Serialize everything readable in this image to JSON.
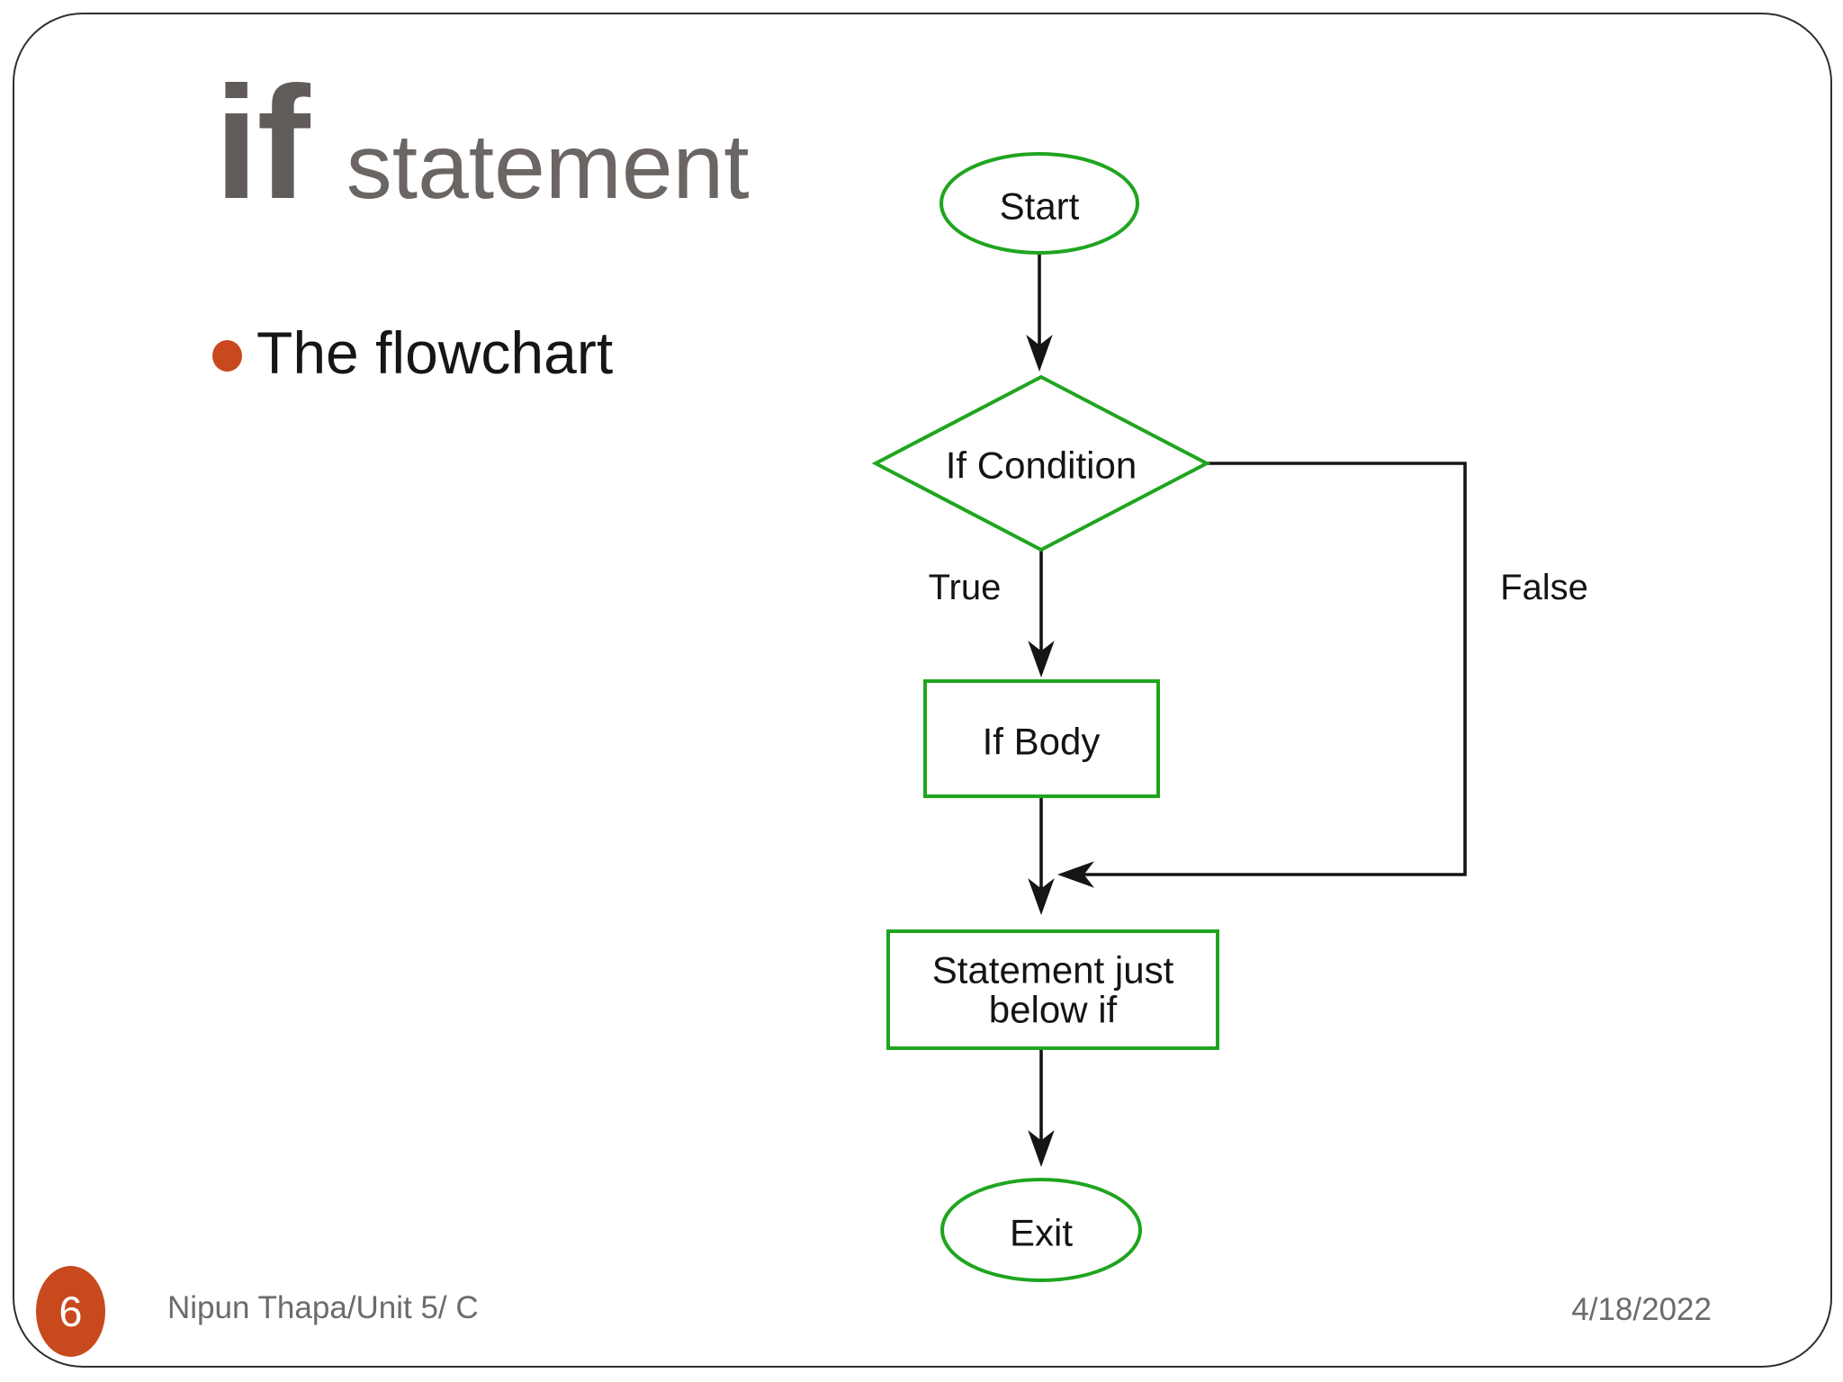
{
  "title": {
    "keyword": "if",
    "rest": "statement"
  },
  "bullet": {
    "text": "The flowchart"
  },
  "flowchart": {
    "type": "flowchart",
    "nodes": {
      "start": {
        "label": "Start",
        "shape": "ellipse"
      },
      "condition": {
        "label": "If Condition",
        "shape": "diamond"
      },
      "if_body": {
        "label": "If Body",
        "shape": "rect"
      },
      "statement": {
        "label": "Statement just below if",
        "shape": "rect",
        "lines": [
          "Statement just",
          "below if"
        ]
      },
      "exit": {
        "label": "Exit",
        "shape": "ellipse"
      }
    },
    "labels": {
      "true": "True",
      "false": "False"
    },
    "edges": [
      {
        "from": "start",
        "to": "condition"
      },
      {
        "from": "condition",
        "to": "if_body",
        "label": "True"
      },
      {
        "from": "condition",
        "to": "merge",
        "label": "False"
      },
      {
        "from": "if_body",
        "to": "statement"
      },
      {
        "from": "statement",
        "to": "exit"
      }
    ]
  },
  "footer": {
    "page_number": "6",
    "author": "Nipun Thapa/Unit 5/ C",
    "date": "4/18/2022"
  },
  "colors": {
    "accent_orange": "#c8491e",
    "flow_green": "#1fa51f",
    "line_black": "#151515",
    "title_gray": "#615c5a",
    "footer_gray": "#6e6a68"
  }
}
